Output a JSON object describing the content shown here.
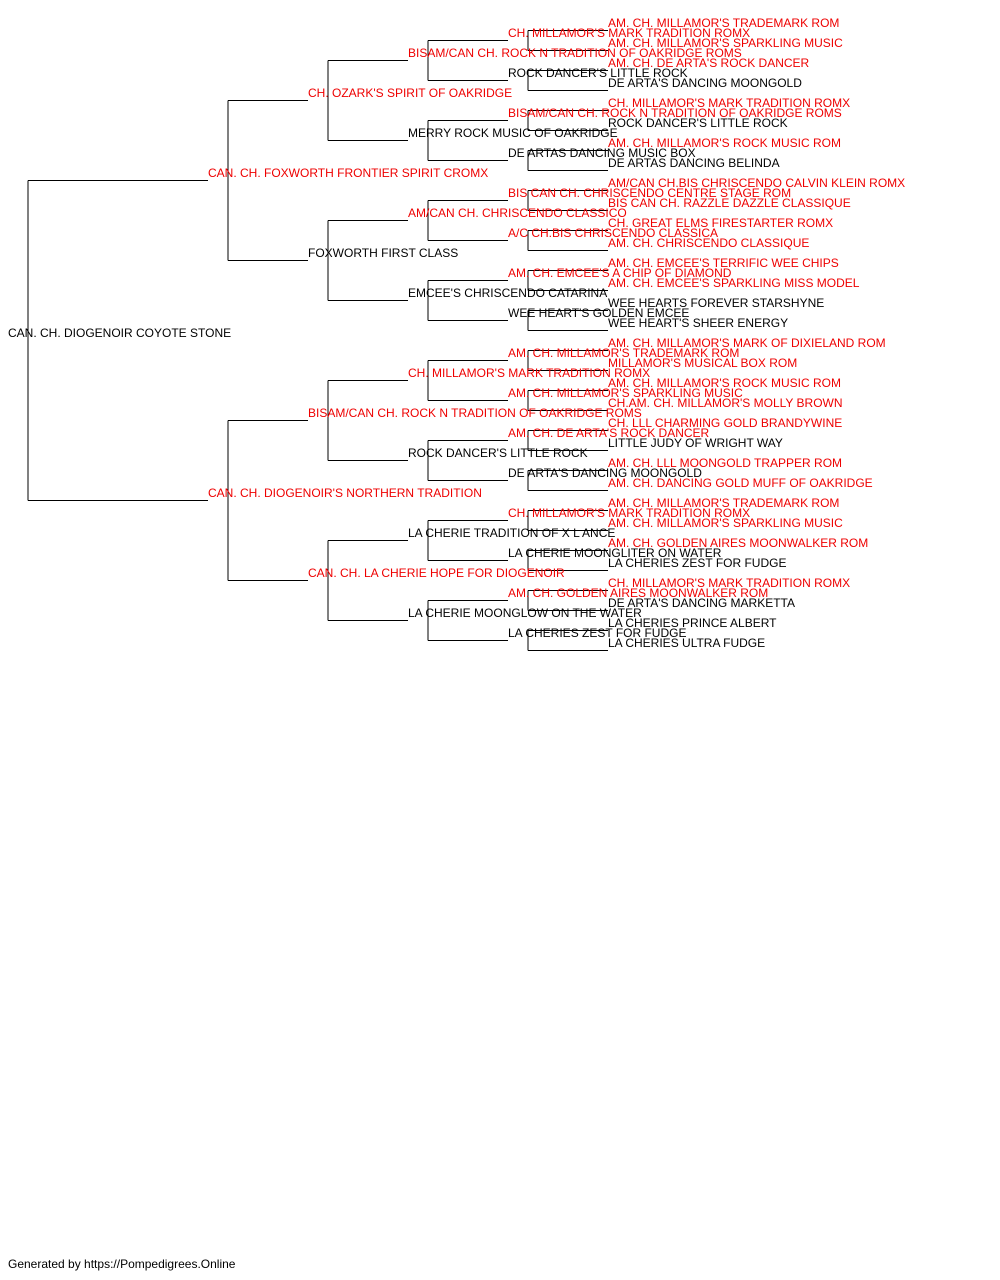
{
  "colors": {
    "title_holder": "#ee0000",
    "plain": "#000000",
    "lines": "#000000"
  },
  "pedigree": [
    {
      "name": "CAN. CH. DIOGENOIR COYOTE STONE",
      "red": false
    },
    {
      "name": "CAN. CH. FOXWORTH FRONTIER SPIRIT CROMX",
      "red": true
    },
    {
      "name": "CAN. CH. DIOGENOIR'S NORTHERN TRADITION",
      "red": true
    },
    {
      "name": "CH. OZARK'S SPIRIT OF OAKRIDGE",
      "red": true
    },
    {
      "name": "FOXWORTH FIRST CLASS",
      "red": false
    },
    {
      "name": "BISAM/CAN CH. ROCK N TRADITION OF OAKRIDGE ROMS",
      "red": true
    },
    {
      "name": "CAN. CH. LA CHERIE HOPE FOR DIOGENOIR",
      "red": true
    },
    {
      "name": "BISAM/CAN CH. ROCK N TRADITION OF OAKRIDGE ROMS",
      "red": true
    },
    {
      "name": "MERRY ROCK MUSIC OF OAKRIDGE",
      "red": false
    },
    {
      "name": "AM/CAN CH. CHRISCENDO CLASSICO",
      "red": true
    },
    {
      "name": "EMCEE'S CHRISCENDO CATARINA",
      "red": false
    },
    {
      "name": "CH. MILLAMOR'S MARK TRADITION ROMX",
      "red": true
    },
    {
      "name": "ROCK DANCER'S LITTLE ROCK",
      "red": false
    },
    {
      "name": "LA CHERIE TRADITION OF X L ANCE",
      "red": false
    },
    {
      "name": "LA CHERIE MOONGLOW ON THE WATER",
      "red": false
    },
    {
      "name": "CH. MILLAMOR'S MARK TRADITION ROMX",
      "red": true
    },
    {
      "name": "ROCK DANCER'S LITTLE ROCK",
      "red": false
    },
    {
      "name": "BISAM/CAN CH. ROCK N TRADITION OF OAKRIDGE ROMS",
      "red": true
    },
    {
      "name": "DE ARTAS DANCING MUSIC BOX",
      "red": false
    },
    {
      "name": "BIS CAN CH. CHRISCENDO CENTRE STAGE ROM",
      "red": true
    },
    {
      "name": "A/C CH.BIS CHRISCENDO CLASSICA",
      "red": true
    },
    {
      "name": "AM. CH. EMCEE'S A CHIP OF DIAMOND",
      "red": true
    },
    {
      "name": "WEE HEART'S GOLDEN EMCEE",
      "red": false
    },
    {
      "name": "AM. CH. MILLAMOR'S TRADEMARK ROM",
      "red": true
    },
    {
      "name": "AM. CH. MILLAMOR'S SPARKLING MUSIC",
      "red": true
    },
    {
      "name": "AM. CH. DE ARTA'S ROCK DANCER",
      "red": true
    },
    {
      "name": "DE ARTA'S DANCING MOONGOLD",
      "red": false
    },
    {
      "name": "CH. MILLAMOR'S MARK TRADITION ROMX",
      "red": true
    },
    {
      "name": "LA CHERIE MOONGLITER ON WATER",
      "red": false
    },
    {
      "name": "AM. CH. GOLDEN AIRES MOONWALKER ROM",
      "red": true
    },
    {
      "name": "LA CHERIES ZEST FOR FUDGE",
      "red": false
    },
    {
      "name": "AM. CH. MILLAMOR'S TRADEMARK ROM",
      "red": true
    },
    {
      "name": "AM. CH. MILLAMOR'S SPARKLING MUSIC",
      "red": true
    },
    {
      "name": "AM. CH. DE ARTA'S ROCK DANCER",
      "red": true
    },
    {
      "name": "DE ARTA'S DANCING MOONGOLD",
      "red": false
    },
    {
      "name": "CH. MILLAMOR'S MARK TRADITION ROMX",
      "red": true
    },
    {
      "name": "ROCK DANCER'S LITTLE ROCK",
      "red": false
    },
    {
      "name": "AM. CH. MILLAMOR'S ROCK MUSIC ROM",
      "red": true
    },
    {
      "name": "DE ARTAS DANCING BELINDA",
      "red": false
    },
    {
      "name": "AM/CAN CH.BIS CHRISCENDO CALVIN KLEIN ROMX",
      "red": true
    },
    {
      "name": "BIS CAN CH. RAZZLE DAZZLE CLASSIQUE",
      "red": true
    },
    {
      "name": "CH. GREAT ELMS FIRESTARTER ROMX",
      "red": true
    },
    {
      "name": "AM. CH. CHRISCENDO CLASSIQUE",
      "red": true
    },
    {
      "name": "AM. CH. EMCEE'S TERRIFIC WEE CHIPS",
      "red": true
    },
    {
      "name": "AM. CH. EMCEE'S SPARKLING MISS MODEL",
      "red": true
    },
    {
      "name": "WEE HEARTS FOREVER STARSHYNE",
      "red": false
    },
    {
      "name": "WEE HEART'S SHEER ENERGY",
      "red": false
    },
    {
      "name": "AM. CH. MILLAMOR'S MARK OF DIXIELAND ROM",
      "red": true
    },
    {
      "name": "MILLAMOR'S MUSICAL BOX ROM",
      "red": true
    },
    {
      "name": "AM. CH. MILLAMOR'S ROCK MUSIC ROM",
      "red": true
    },
    {
      "name": "CH.AM. CH. MILLAMOR'S MOLLY BROWN",
      "red": true
    },
    {
      "name": "CH. LLL CHARMING GOLD BRANDYWINE",
      "red": true
    },
    {
      "name": "LITTLE JUDY OF WRIGHT WAY",
      "red": false
    },
    {
      "name": "AM. CH. LLL MOONGOLD TRAPPER ROM",
      "red": true
    },
    {
      "name": "AM. CH. DANCING GOLD MUFF OF OAKRIDGE",
      "red": true
    },
    {
      "name": "AM. CH. MILLAMOR'S TRADEMARK ROM",
      "red": true
    },
    {
      "name": "AM. CH. MILLAMOR'S SPARKLING MUSIC",
      "red": true
    },
    {
      "name": "AM. CH. GOLDEN AIRES MOONWALKER ROM",
      "red": true
    },
    {
      "name": "LA CHERIES ZEST FOR FUDGE",
      "red": false
    },
    {
      "name": "CH. MILLAMOR'S MARK TRADITION ROMX",
      "red": true
    },
    {
      "name": "DE ARTA'S DANCING MARKETTA",
      "red": false
    },
    {
      "name": "LA CHERIES PRINCE ALBERT",
      "red": false
    },
    {
      "name": "LA CHERIES ULTRA FUDGE",
      "red": false
    }
  ],
  "footer": "Generated by https://Pompedigrees.Online"
}
